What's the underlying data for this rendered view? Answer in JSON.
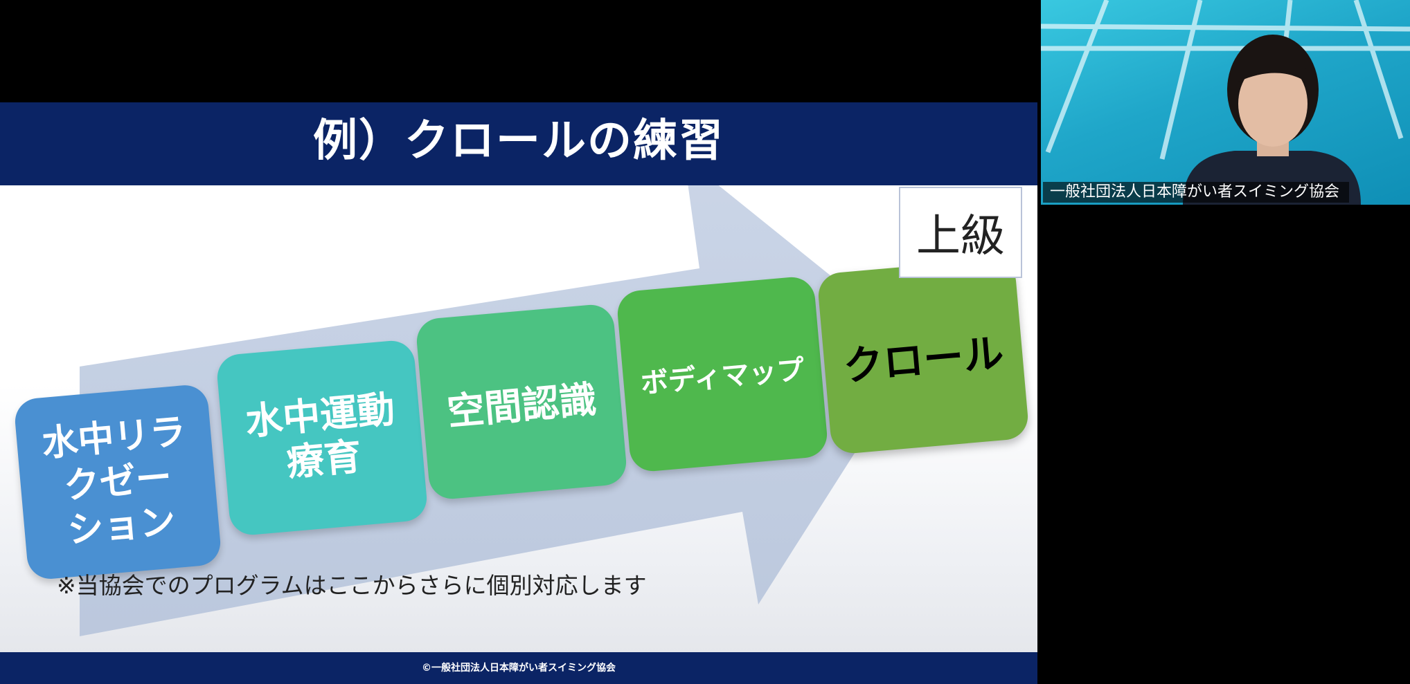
{
  "slide": {
    "title": "例）クロールの練習",
    "level_label": "上級",
    "steps": [
      {
        "label": "水中リラ\nクゼー\nション",
        "color": "#4a90d2"
      },
      {
        "label": "水中運動\n療育",
        "color": "#45c6c1"
      },
      {
        "label": "空間認識",
        "color": "#4cc282"
      },
      {
        "label": "ボディマップ",
        "color": "#4fb84d"
      },
      {
        "label": "クロール",
        "color": "#72ad42"
      }
    ],
    "note": "※当協会でのプログラムはここからさらに個別対応します",
    "footer": "©一般社団法人日本障がい者スイミング協会",
    "theme_color": "#0b2465"
  },
  "participant": {
    "name": "一般社団法人日本障がい者スイミング協会"
  }
}
